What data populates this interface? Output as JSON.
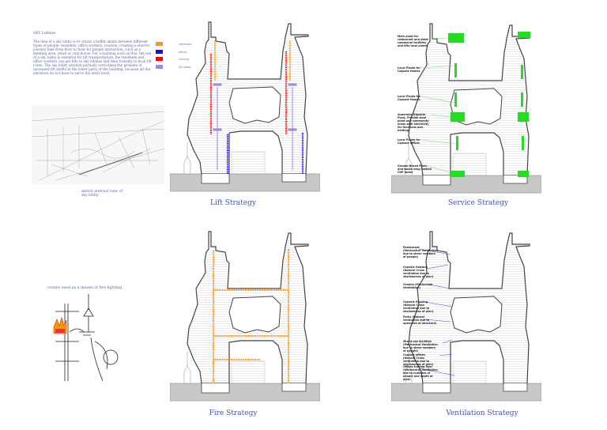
{
  "intro": {
    "title": "SKY Lobbies",
    "body": "The idea of a sky lobby is to create a buffer annex between different types of people, residents, office workers, tourists, creating a shorter journey time from floor to floor for people interaction, such as a meeting area, retail or club house. For a building such as this, the use of a sky lobby is essential for lift transportation, the residents and office workers can get lifts to sky lobbies and then transfer to local lift cores. The sky lobby solution partially overcomes the problem of increased lift shafts in the lower parts of the building, because all the elevators do not have to serve the entry level."
  },
  "legend": [
    {
      "label": "staircases",
      "color": "#ff9900"
    },
    {
      "label": "offices",
      "color": "#2200ff"
    },
    {
      "label": "housing",
      "color": "#ff0000"
    },
    {
      "label": "sky lobby",
      "color": "#9988ee"
    }
  ],
  "captions": {
    "sketch": "sketch internal view of sky lobby",
    "cranes": "cranes used as a means of fire fighting"
  },
  "panels": {
    "lift": "Lift Strategy",
    "service": "Service Strategy",
    "fire": "Fire Strategy",
    "ventilation": "Ventilation Strategy"
  },
  "service_notes": [
    "Main plant for restaurant and other communal facilities and lifts local plants",
    "Local Plants for Capsule Homes",
    "Local Plants for Capsule Homes",
    "Anaerobic Digester Plant. Provide local plant and community areas with electricity for functions and heating",
    "Local Plants for Capsule offices",
    "Ground Based Plant and waste drop fuelled CHP boiler"
  ],
  "ventilation_notes": [
    "Restaurant (Mechanical Ventilation due to sheer numbers of people)",
    "Capsule Housing (Natural Cross ventilation due to shallowness of plan)",
    "Cinema (Mechanical Ventilation)",
    "Capsule Housing (Natural Cross ventilation due to shallowness of plan)",
    "Parks (Natural ventilation due to openness of structure)",
    "Mixed use facilities (Mechanical Ventilation due to sheer numbers of people)",
    "Capsule offices (Natural Cross ventilation due to shallowness of plan)",
    "Offices trading floor (Mechanical Ventilation due to numbers of people and depth of plan)"
  ],
  "colors": {
    "service": "#22dd22",
    "ventilation": "#4444ff",
    "fire": "#ff8800",
    "text": "#5566aa"
  }
}
